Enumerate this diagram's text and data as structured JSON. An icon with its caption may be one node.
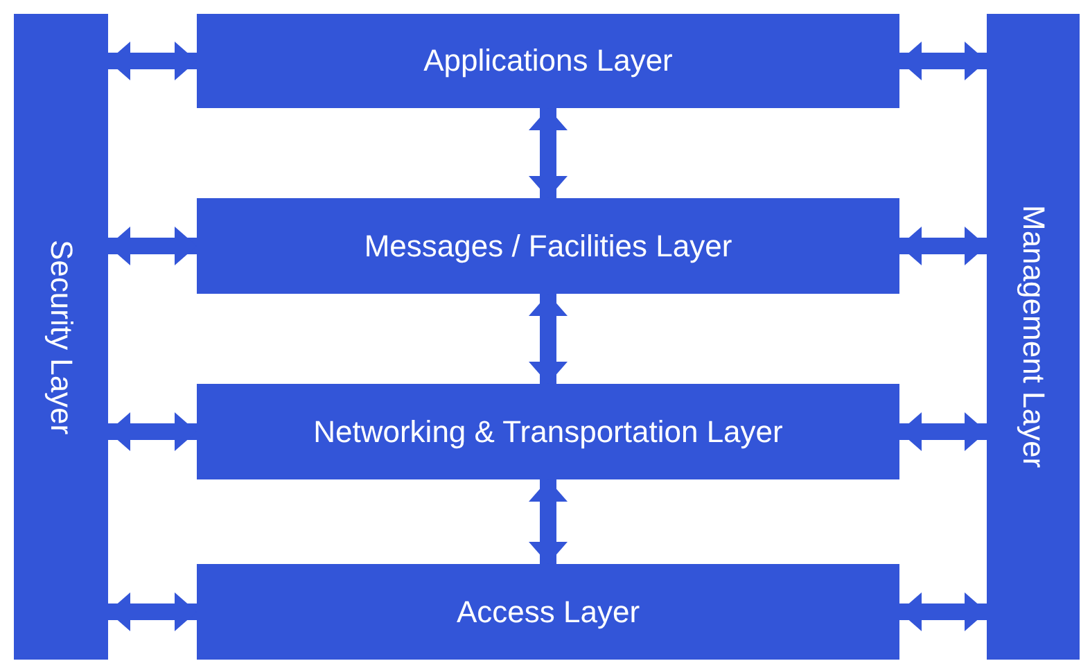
{
  "diagram": {
    "nodes": [
      {
        "text": [
          "Security Layer"
        ]
      },
      {
        "text": [
          "Applications Layer"
        ]
      },
      {
        "text": [
          "Messages / Facilities Layer"
        ]
      },
      {
        "text": [
          "Networking & Transportation Layer"
        ]
      },
      {
        "text": [
          "Access Layer"
        ]
      },
      {
        "text": [
          "Management Layer"
        ]
      }
    ],
    "edges": [
      {
        "from": 0,
        "to": 1,
        "arrow": "both"
      },
      {
        "from": 0,
        "to": 2,
        "arrow": "both"
      },
      {
        "from": 0,
        "to": 3,
        "arrow": "both"
      },
      {
        "from": 0,
        "to": 4,
        "arrow": "both"
      },
      {
        "from": 1,
        "to": 5,
        "arrow": "both"
      },
      {
        "from": 2,
        "to": 5,
        "arrow": "both"
      },
      {
        "from": 3,
        "to": 5,
        "arrow": "both"
      },
      {
        "from": 4,
        "to": 5,
        "arrow": "both"
      },
      {
        "from": 1,
        "to": 2,
        "arrow": "both"
      },
      {
        "from": 2,
        "to": 3,
        "arrow": "both"
      },
      {
        "from": 3,
        "to": 4,
        "arrow": "both"
      }
    ]
  }
}
